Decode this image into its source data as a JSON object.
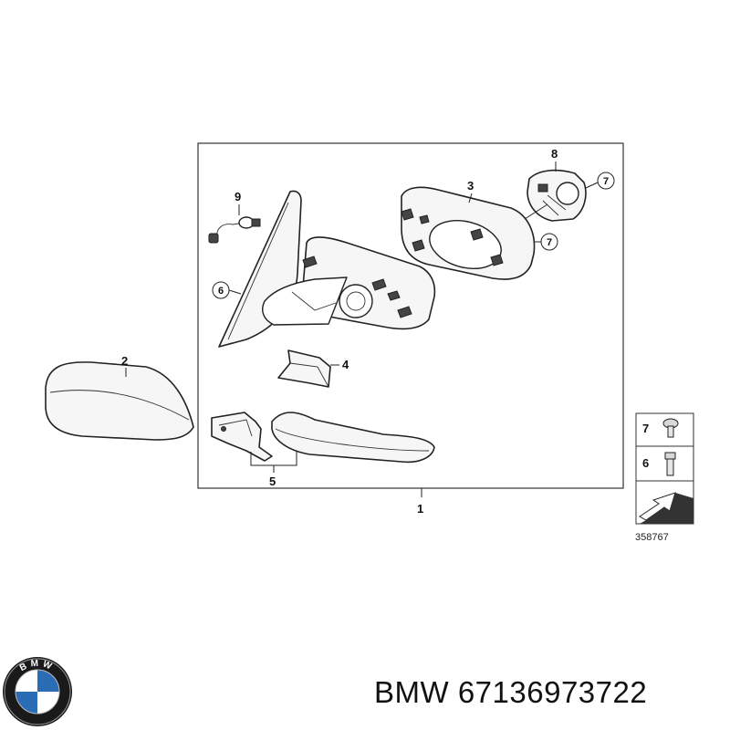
{
  "callouts": {
    "c1": "1",
    "c2": "2",
    "c3": "3",
    "c4": "4",
    "c5": "5",
    "c6": "6",
    "c7a": "7",
    "c7b": "7",
    "c8": "8",
    "c9": "9"
  },
  "legend": {
    "item_top": "7",
    "item_bottom": "6"
  },
  "reference_number": "358767",
  "logo": {
    "brand_text": "BMW"
  },
  "caption": {
    "brand": "BMW",
    "part_number": "67136973722"
  }
}
